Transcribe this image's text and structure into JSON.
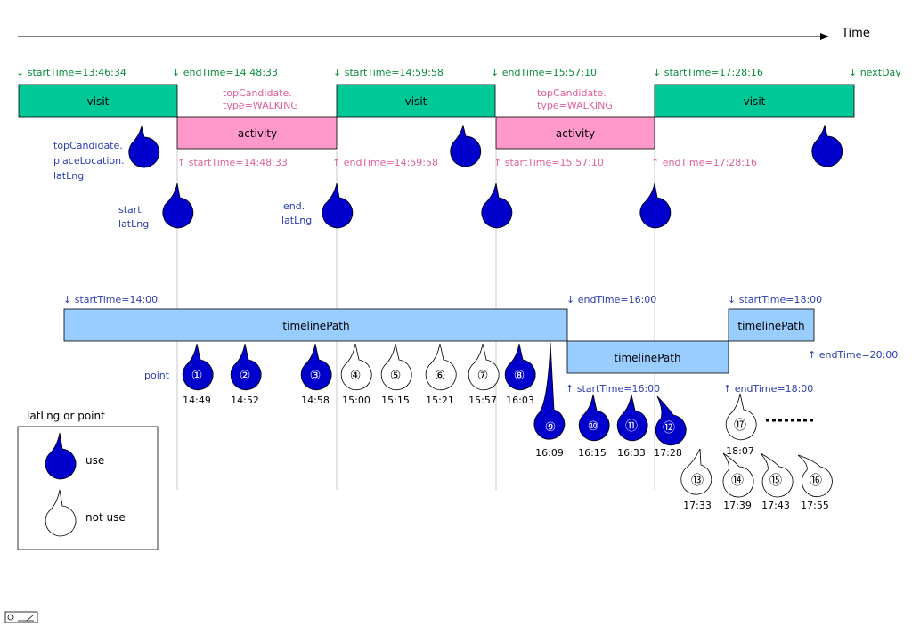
{
  "axis": {
    "label": "Time"
  },
  "colors": {
    "visit": "#00c896",
    "activity": "#ff99cc",
    "path": "#99ccff",
    "marker_use": "#0000cc",
    "green_text": "#0b8a3a",
    "pink_text": "#e0609a",
    "blue_text": "#2c3db0"
  },
  "top_times": [
    {
      "text": "↓ startTime=13:46:34"
    },
    {
      "text": "↓ endTime=14:48:33"
    },
    {
      "text": "↓ startTime=14:59:58"
    },
    {
      "text": "↓ endTime=15:57:10"
    },
    {
      "text": "↓ startTime=17:28:16"
    },
    {
      "text": "↓ nextDay"
    }
  ],
  "visits": [
    {
      "label": "visit"
    },
    {
      "label": "visit"
    },
    {
      "label": "visit"
    }
  ],
  "activities": [
    {
      "label": "activity",
      "type_line1": "topCandidate.",
      "type_line2": "type=WALKING"
    },
    {
      "label": "activity",
      "type_line1": "topCandidate.",
      "type_line2": "type=WALKING"
    }
  ],
  "activity_times": [
    {
      "text": "↑ startTime=14:48:33"
    },
    {
      "text": "↑ endTime=14:59:58"
    },
    {
      "text": "↑ startTime=15:57:10"
    },
    {
      "text": "↑ endTime=17:28:16"
    }
  ],
  "place_label": {
    "line1": "topCandidate.",
    "line2": "placeLocation.",
    "line3": "latLng"
  },
  "start_label": {
    "line1": "start.",
    "line2": "latLng"
  },
  "end_label": {
    "line1": "end.",
    "line2": "latLng"
  },
  "timeline_times": [
    {
      "text": "↓ startTime=14:00"
    },
    {
      "text": "↓ endTime=16:00"
    },
    {
      "text": "↓ startTime=18:00"
    },
    {
      "text": "↑ startTime=16:00"
    },
    {
      "text": "↑ endTime=18:00"
    },
    {
      "text": "↑ endTime=20:00"
    }
  ],
  "timeline_paths": [
    {
      "label": "timelinePath"
    },
    {
      "label": "timelinePath"
    },
    {
      "label": "timelinePath"
    }
  ],
  "point_label": "point",
  "points": [
    {
      "num": "①",
      "time": "14:49",
      "used": true
    },
    {
      "num": "②",
      "time": "14:52",
      "used": true
    },
    {
      "num": "③",
      "time": "14:58",
      "used": true
    },
    {
      "num": "④",
      "time": "15:00",
      "used": false
    },
    {
      "num": "⑤",
      "time": "15:15",
      "used": false
    },
    {
      "num": "⑥",
      "time": "15:21",
      "used": false
    },
    {
      "num": "⑦",
      "time": "15:57",
      "used": false
    },
    {
      "num": "⑧",
      "time": "16:03",
      "used": true
    },
    {
      "num": "⑨",
      "time": "16:09",
      "used": true
    },
    {
      "num": "⑩",
      "time": "16:15",
      "used": true
    },
    {
      "num": "⑪",
      "time": "16:33",
      "used": true
    },
    {
      "num": "⑫",
      "time": "17:28",
      "used": true
    },
    {
      "num": "⑬",
      "time": "17:33",
      "used": false
    },
    {
      "num": "⑭",
      "time": "17:39",
      "used": false
    },
    {
      "num": "⑮",
      "time": "17:43",
      "used": false
    },
    {
      "num": "⑯",
      "time": "17:55",
      "used": false
    },
    {
      "num": "⑰",
      "time": "18:07",
      "used": false
    }
  ],
  "legend": {
    "title": "latLng or point",
    "use": "use",
    "not_use": "not use"
  }
}
